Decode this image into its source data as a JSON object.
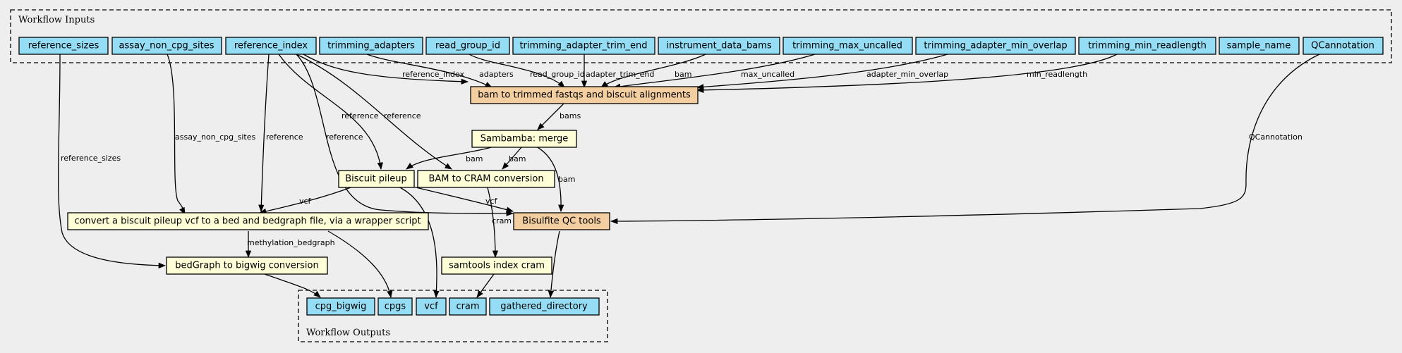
{
  "clusters": {
    "inputs": "Workflow Inputs",
    "outputs": "Workflow Outputs"
  },
  "nodes": {
    "reference_sizes": "reference_sizes",
    "assay_non_cpg_sites": "assay_non_cpg_sites",
    "reference_index": "reference_index",
    "trimming_adapters": "trimming_adapters",
    "read_group_id": "read_group_id",
    "trimming_adapter_trim_end": "trimming_adapter_trim_end",
    "instrument_data_bams": "instrument_data_bams",
    "trimming_max_uncalled": "trimming_max_uncalled",
    "trimming_adapter_min_overlap": "trimming_adapter_min_overlap",
    "trimming_min_readlength": "trimming_min_readlength",
    "sample_name": "sample_name",
    "QCannotation": "QCannotation",
    "bam_to_trimmed": "bam to trimmed fastqs and biscuit alignments",
    "merge": "Sambamba: merge",
    "pileup": "Biscuit pileup",
    "cram_conv": "BAM to CRAM conversion",
    "qc": "Bisulfite QC tools",
    "bedgraph": "convert a biscuit pileup vcf to a bed and bedgraph file, via a wrapper script",
    "index_cram": "samtools index cram",
    "bigwig": "bedGraph to bigwig conversion",
    "cpg_bigwig": "cpg_bigwig",
    "cpgs": "cpgs",
    "vcf": "vcf",
    "cram": "cram",
    "gathered_directory": "gathered_directory"
  },
  "edge_labels": {
    "reference_sizes": "reference_sizes",
    "assay_non_cpg_sites": "assay_non_cpg_sites",
    "reference_index": "reference_index",
    "adapters": "adapters",
    "read_group_id": "read_group_id",
    "adapter_trim_end": "adapter_trim_end",
    "bam_in": "bam",
    "max_uncalled": "max_uncalled",
    "adapter_min_overlap": "adapter_min_overlap",
    "min_readlength": "min_readlength",
    "QCannotation": "QCannotation",
    "bams": "bams",
    "reference_pileup": "reference",
    "reference_cram": "reference",
    "reference_bedgraph": "reference",
    "reference_qc": "reference",
    "bam_pileup": "bam",
    "bam_cram": "bam",
    "bam_qc": "bam",
    "vcf_bedgraph": "vcf",
    "vcf_qc": "vcf",
    "cram_index": "cram",
    "methylation_bedgraph": "methylation_bedgraph"
  },
  "colors": {
    "background": "#eeeeee",
    "io_node": "#94ddf4",
    "tool_node": "#f3cea1",
    "subworkflow_node": "#ffffd7"
  }
}
